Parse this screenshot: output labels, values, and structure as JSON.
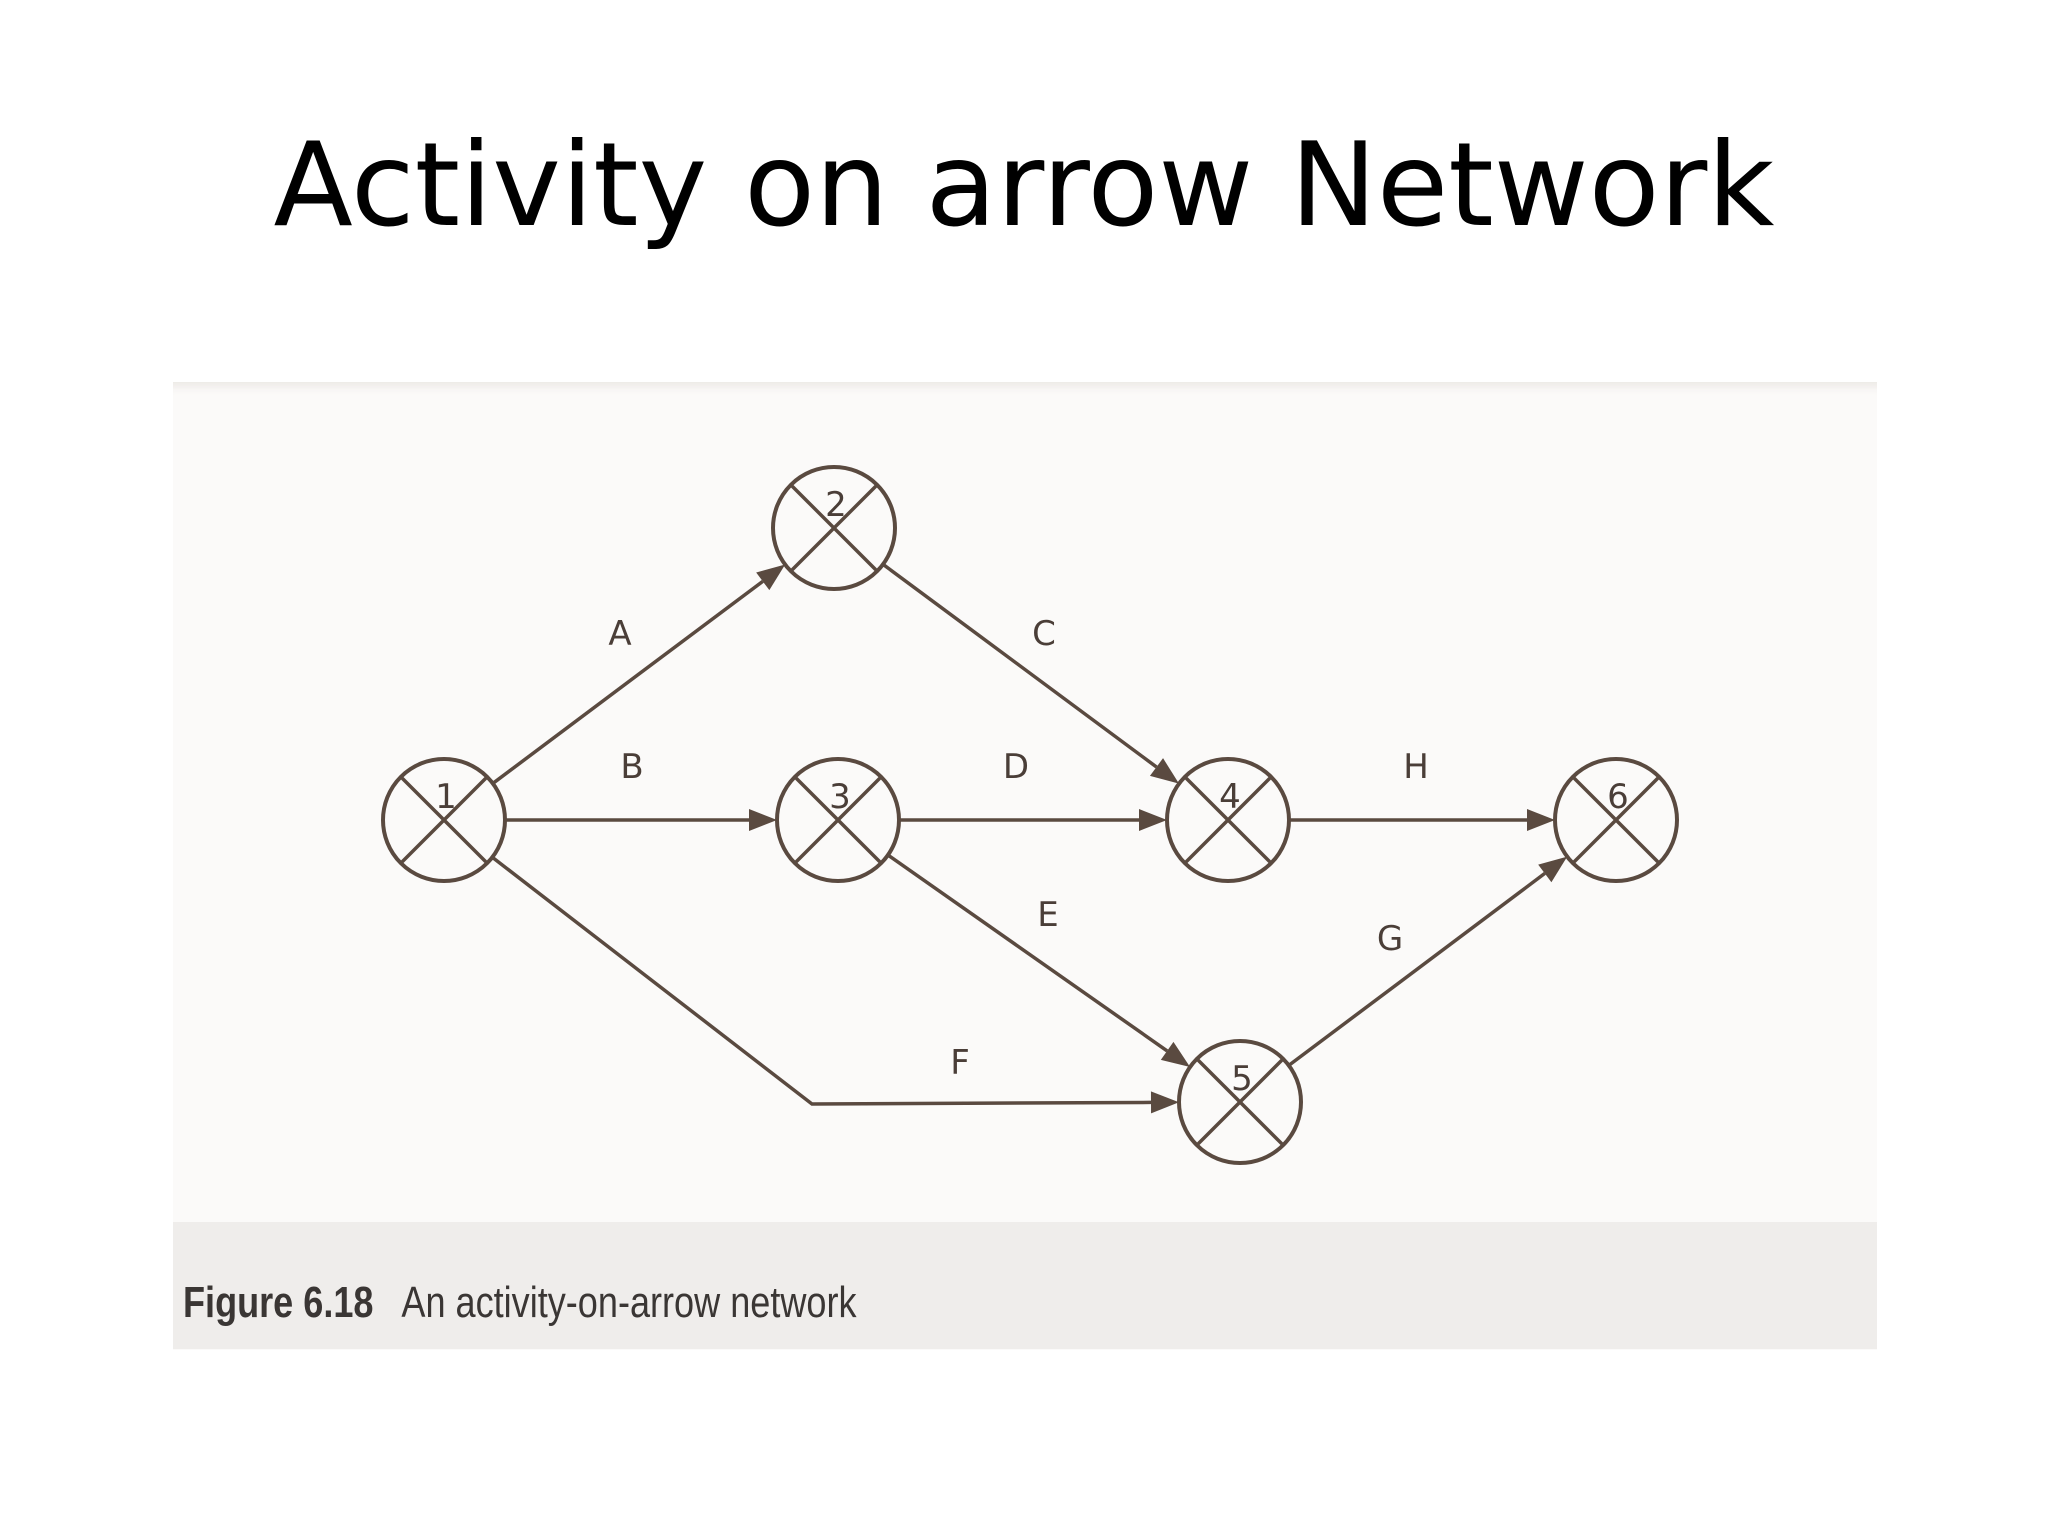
{
  "slide": {
    "title": "Activity on arrow Network"
  },
  "figure": {
    "caption_label": "Figure 6.18",
    "caption_text": "An activity-on-arrow network"
  },
  "network": {
    "nodes": [
      {
        "id": "1",
        "label": "1"
      },
      {
        "id": "2",
        "label": "2"
      },
      {
        "id": "3",
        "label": "3"
      },
      {
        "id": "4",
        "label": "4"
      },
      {
        "id": "5",
        "label": "5"
      },
      {
        "id": "6",
        "label": "6"
      }
    ],
    "activities": [
      {
        "label": "A",
        "from": "1",
        "to": "2"
      },
      {
        "label": "B",
        "from": "1",
        "to": "3"
      },
      {
        "label": "C",
        "from": "2",
        "to": "4"
      },
      {
        "label": "D",
        "from": "3",
        "to": "4"
      },
      {
        "label": "E",
        "from": "3",
        "to": "5"
      },
      {
        "label": "F",
        "from": "1",
        "to": "5"
      },
      {
        "label": "G",
        "from": "5",
        "to": "6"
      },
      {
        "label": "H",
        "from": "4",
        "to": "6"
      }
    ],
    "colors": {
      "line": "#5a4a40",
      "panel": "#fbfaf9",
      "caption_band": "#efedeb"
    }
  }
}
